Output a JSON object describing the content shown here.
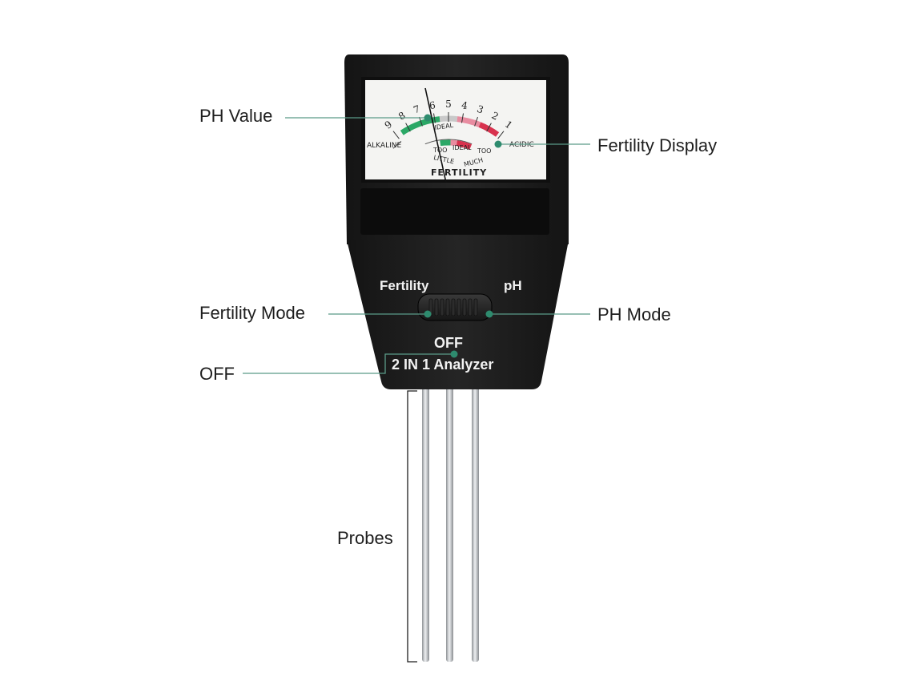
{
  "callouts": {
    "ph_value": "PH Value",
    "fertility_display": "Fertility Display",
    "fertility_mode": "Fertility Mode",
    "ph_mode": "PH Mode",
    "off": "OFF",
    "probes": "Probes"
  },
  "device": {
    "switch_left_label": "Fertility",
    "switch_right_label": "pH",
    "switch_off_label": "OFF",
    "model_label": "2 IN 1 Analyzer"
  },
  "meter": {
    "ph_scale": [
      "9",
      "8",
      "7",
      "6",
      "5",
      "4",
      "3",
      "2",
      "1"
    ],
    "ph_ideal_label": "IDEAL",
    "alkaline_label": "ALKALINE",
    "acidic_label": "ACIDIC",
    "fertility_too_little_line1": "TOO",
    "fertility_too_little_line2": "LITTLE",
    "fertility_ideal_label": "IDEAL",
    "fertility_too_much_line1": "TOO",
    "fertility_too_much_line2": "MUCH",
    "fertility_title": "FERTILITY"
  },
  "colors": {
    "callout_line": "#5a9a88",
    "callout_dot": "#2e8b6e",
    "body": "#1c1c1c",
    "ph_green": "#2ba866",
    "ph_red": "#d8324e",
    "probe": "#b9bcc0"
  }
}
